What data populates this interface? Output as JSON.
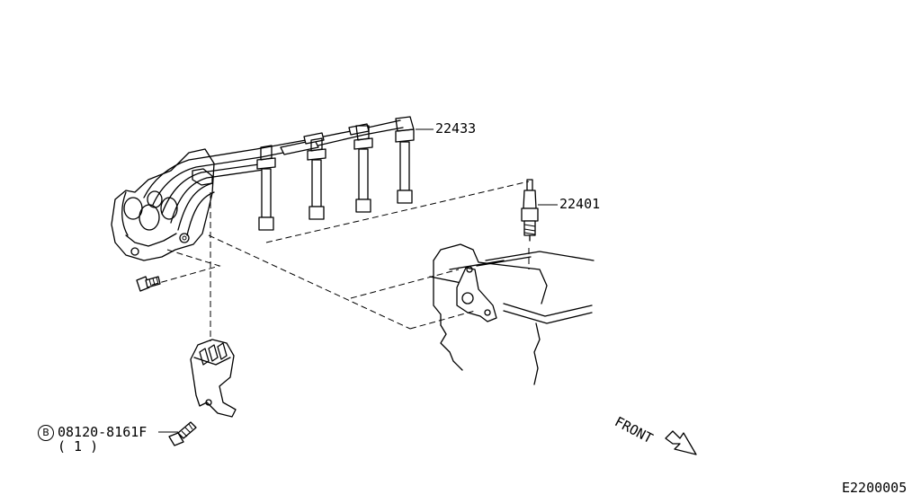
{
  "callouts": {
    "high_tension_cable": "22433",
    "spark_plug": "22401",
    "bolt_part": "08120-8161F",
    "bolt_qty": "( 1 )",
    "bolt_marker": "B"
  },
  "front_label": "FRONT",
  "diagram_code": "E2200005"
}
